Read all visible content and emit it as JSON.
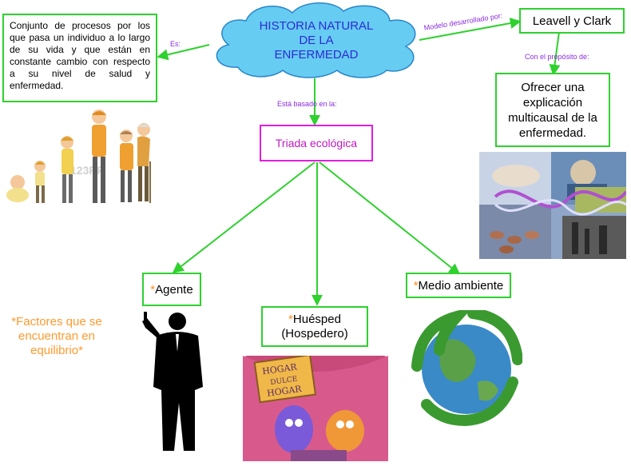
{
  "root": {
    "line1": "HISTORIA NATURAL",
    "line2": "DE LA",
    "line3": "ENFERMEDAD"
  },
  "definition": {
    "text": "Conjunto de procesos por los que pasa un individuo a lo largo de su vida y que están en constante cambio con respecto a su nivel de salud y enfermedad."
  },
  "authors": {
    "text": "Leavell y Clark"
  },
  "purpose": {
    "text": "Ofrecer una explicación multicausal de la enfermedad."
  },
  "triad": {
    "text": "Triada ecológica"
  },
  "agent": {
    "star": "*",
    "text": "Agente"
  },
  "host": {
    "star": "*",
    "line1": "Huésped",
    "line2": "(Hospedero)"
  },
  "environment": {
    "star": "*",
    "text": "Medio ambiente"
  },
  "factors": {
    "text": "*Factores que se encuentran en equilibrio*"
  },
  "edge_labels": {
    "es": "Es:",
    "modelo": "Modelo desarrollado por:",
    "proposito": "Con el propósito de:",
    "basado": "Está basado en la:"
  },
  "illustrations": {
    "stock_watermark": "123RF",
    "sign_line1": "HOGAR",
    "sign_line2": "DULCE",
    "sign_line3": "HOGAR"
  },
  "colors": {
    "connector": "#2ed12e",
    "cloud_fill": "#66ccf2",
    "root_text": "#2b2bd6",
    "triad_border": "#e01ee0",
    "star": "#ff8c1a",
    "factors_text": "#ff9a2e",
    "edge_label": "#8a2be2"
  }
}
